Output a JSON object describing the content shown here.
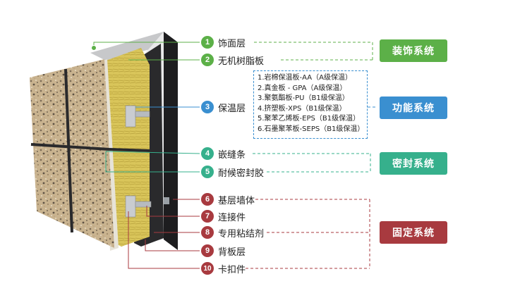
{
  "layers": [
    {
      "num": "1",
      "label": "饰面层",
      "color": "#5cb048"
    },
    {
      "num": "2",
      "label": "无机树脂板",
      "color": "#5cb048"
    },
    {
      "num": "3",
      "label": "保温层",
      "color": "#3a8fd0"
    },
    {
      "num": "4",
      "label": "嵌缝条",
      "color": "#36b08c"
    },
    {
      "num": "5",
      "label": "耐候密封胶",
      "color": "#36b08c"
    },
    {
      "num": "6",
      "label": "基层墙体",
      "color": "#a83a3f"
    },
    {
      "num": "7",
      "label": "连接件",
      "color": "#a83a3f"
    },
    {
      "num": "8",
      "label": "专用粘结剂",
      "color": "#a83a3f"
    },
    {
      "num": "9",
      "label": "背板层",
      "color": "#a83a3f"
    },
    {
      "num": "10",
      "label": "卡扣件",
      "color": "#a83a3f"
    }
  ],
  "systems": [
    {
      "label": "装饰系统",
      "color": "#5cb048"
    },
    {
      "label": "功能系统",
      "color": "#3a8fd0"
    },
    {
      "label": "密封系统",
      "color": "#36b08c"
    },
    {
      "label": "固定系统",
      "color": "#a83a3f"
    }
  ],
  "insulation_types": [
    "1.岩棉保温板-AA（A级保温）",
    "2.真金板 - GPA（A级保温）",
    "3.聚氨酯板-PU（B1级保温）",
    "4.挤塑板-XPS（B1级保温）",
    "5.聚苯乙烯板-EPS（B1级保温）",
    "6.石墨聚苯板-SEPS（B1级保温）"
  ]
}
